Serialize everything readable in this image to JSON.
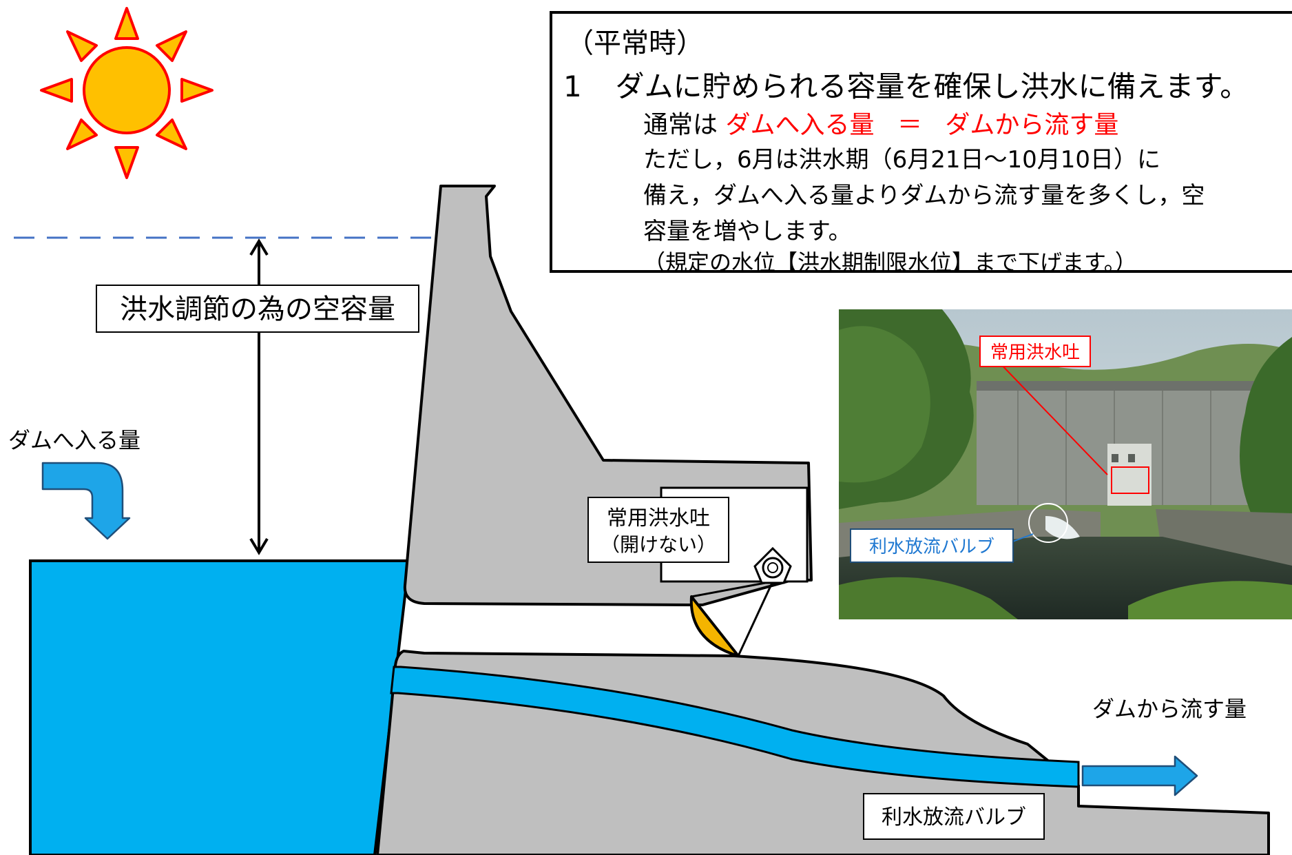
{
  "info": {
    "header": "（平常時）",
    "point_number": "1",
    "point_title": "ダムに貯められる容量を確保し洪水に備えます。",
    "normal_prefix": "通常は",
    "normal_inflow": "ダムへ入る量",
    "normal_equals": "＝",
    "normal_outflow": "ダムから流す量",
    "line3": "ただし，6月は洪水期（6月21日～10月10日）に",
    "line4": "備え，ダムへ入る量よりダムから流す量を多くし，空",
    "line5": "容量を増やします。",
    "line6": "（規定の水位【洪水期制限水位】まで下げます。）"
  },
  "labels": {
    "flood_capacity": "洪水調節の為の空容量",
    "inflow": "ダムへ入る量",
    "outflow": "ダムから流す量",
    "spillway_line1": "常用洪水吐",
    "spillway_line2": "（開けない）",
    "valve": "利水放流バルブ"
  },
  "photo": {
    "spillway_label": "常用洪水吐",
    "valve_label": "利水放流バルブ"
  },
  "colors": {
    "water": "#00b0f0",
    "arrow_fill": "#1ea5e8",
    "concrete": "#bfbfbf",
    "sun_fill": "#ffc000",
    "sun_stroke": "#ff0000",
    "dashed_line": "#4472c4",
    "gate_fill": "#f4b400",
    "highlight_text": "#ff0000"
  },
  "icons": {
    "sun": "sun-icon",
    "inflow": "curved-arrow-down-icon",
    "outflow": "arrow-right-icon",
    "capacity": "double-arrow-vertical-icon"
  }
}
